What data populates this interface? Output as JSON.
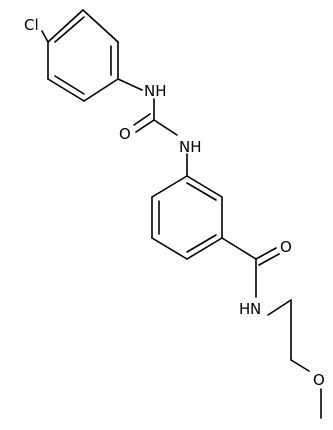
{
  "molecule": {
    "atoms": {
      "cl": "Cl",
      "nh_upper": "NH",
      "o_urea": "O",
      "nh_middle": "NH",
      "o_amide": "O",
      "nh_lower": "N",
      "h_lower": "H",
      "o_ether": "O"
    }
  },
  "colors": {
    "bond": "#000000",
    "label": "#000000",
    "background": "#ffffff"
  }
}
